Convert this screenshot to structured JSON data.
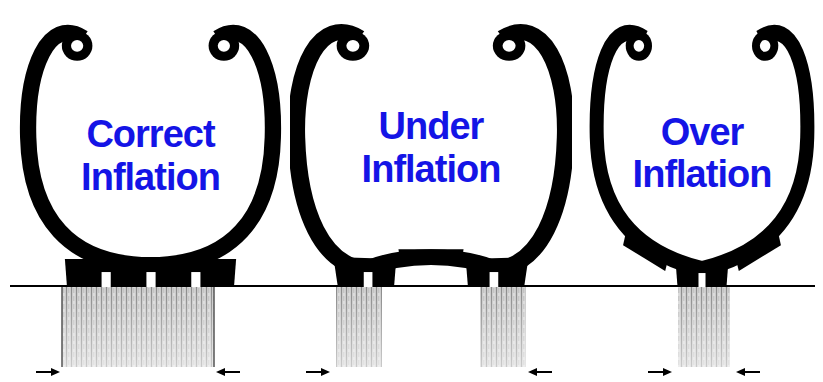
{
  "diagram": {
    "nodes": [
      {
        "text": [
          "Correct Inflation"
        ]
      },
      {
        "text": [
          "Under Inflation"
        ]
      },
      {
        "text": [
          "Over Inflation"
        ]
      }
    ]
  }
}
